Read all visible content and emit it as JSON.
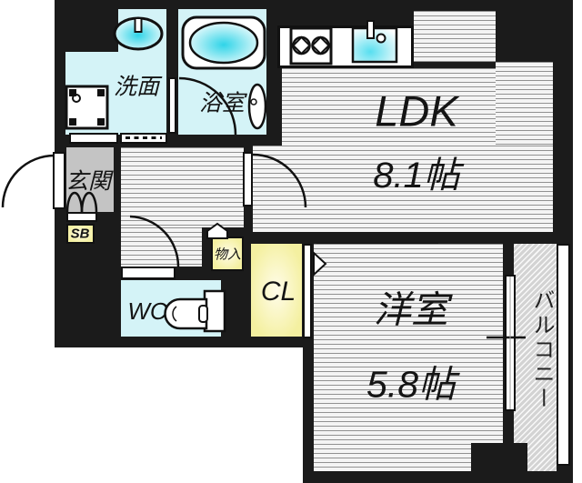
{
  "floorplan": {
    "rooms": {
      "ldk": {
        "label": "LDK",
        "size": "8.1帖"
      },
      "western": {
        "label": "洋室",
        "size": "5.8帖"
      },
      "washroom": {
        "label": "洗面"
      },
      "bath": {
        "label": "浴室"
      },
      "entrance": {
        "label": "玄関"
      },
      "shoebox": {
        "label": "SB"
      },
      "storage": {
        "label": "物入"
      },
      "wc": {
        "label": "WC"
      },
      "closet": {
        "label": "CL"
      },
      "balcony": {
        "label": "バルコニー"
      }
    },
    "colors": {
      "wall": "#1b1b1b",
      "wet_room_cyan": "#d4f3f7",
      "accent_yellow": "#f4f0a2",
      "entrance_gray": "#c4c4c4",
      "fixture_cyan": "#35d6e8"
    }
  }
}
